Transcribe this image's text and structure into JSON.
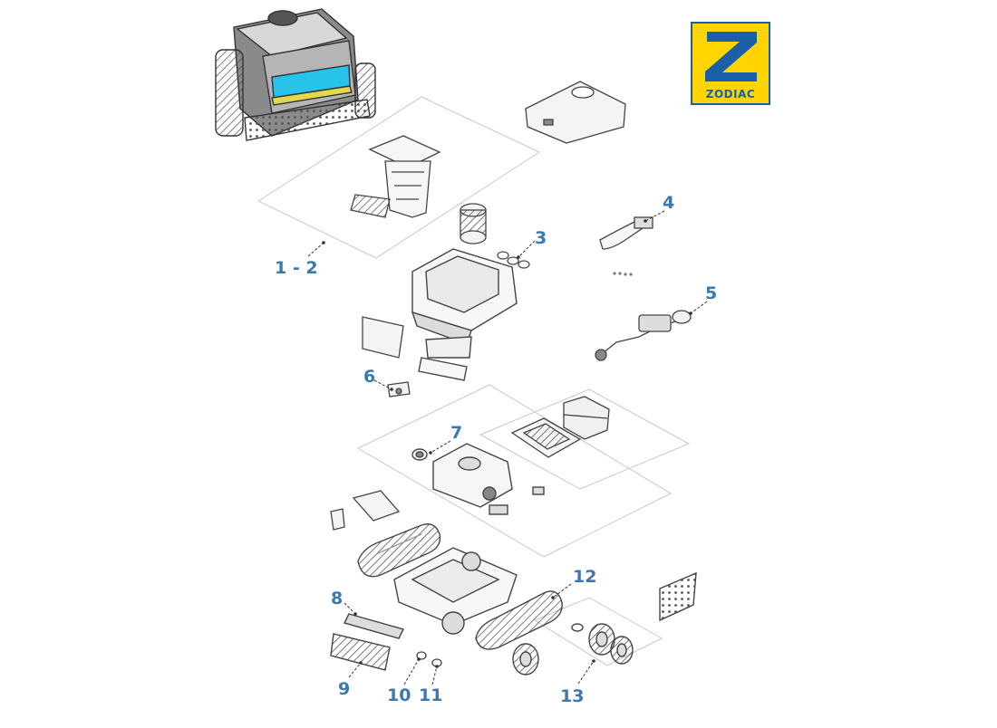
{
  "brand": {
    "name": "ZODIAC",
    "colors": {
      "yellow": "#ffd400",
      "blue": "#1a5fa8"
    }
  },
  "diagram": {
    "line_color": "#444444",
    "guide_color": "#c8c8c8",
    "callout_color": "#3a78b0",
    "accent_cyan": "#27c3ea",
    "callouts": [
      {
        "id": "1-2",
        "label": "1 - 2"
      },
      {
        "id": "3",
        "label": "3"
      },
      {
        "id": "4",
        "label": "4"
      },
      {
        "id": "5",
        "label": "5"
      },
      {
        "id": "6",
        "label": "6"
      },
      {
        "id": "7",
        "label": "7"
      },
      {
        "id": "8",
        "label": "8"
      },
      {
        "id": "9",
        "label": "9"
      },
      {
        "id": "10",
        "label": "10"
      },
      {
        "id": "11",
        "label": "11"
      },
      {
        "id": "12",
        "label": "12"
      },
      {
        "id": "13",
        "label": "13"
      }
    ]
  }
}
